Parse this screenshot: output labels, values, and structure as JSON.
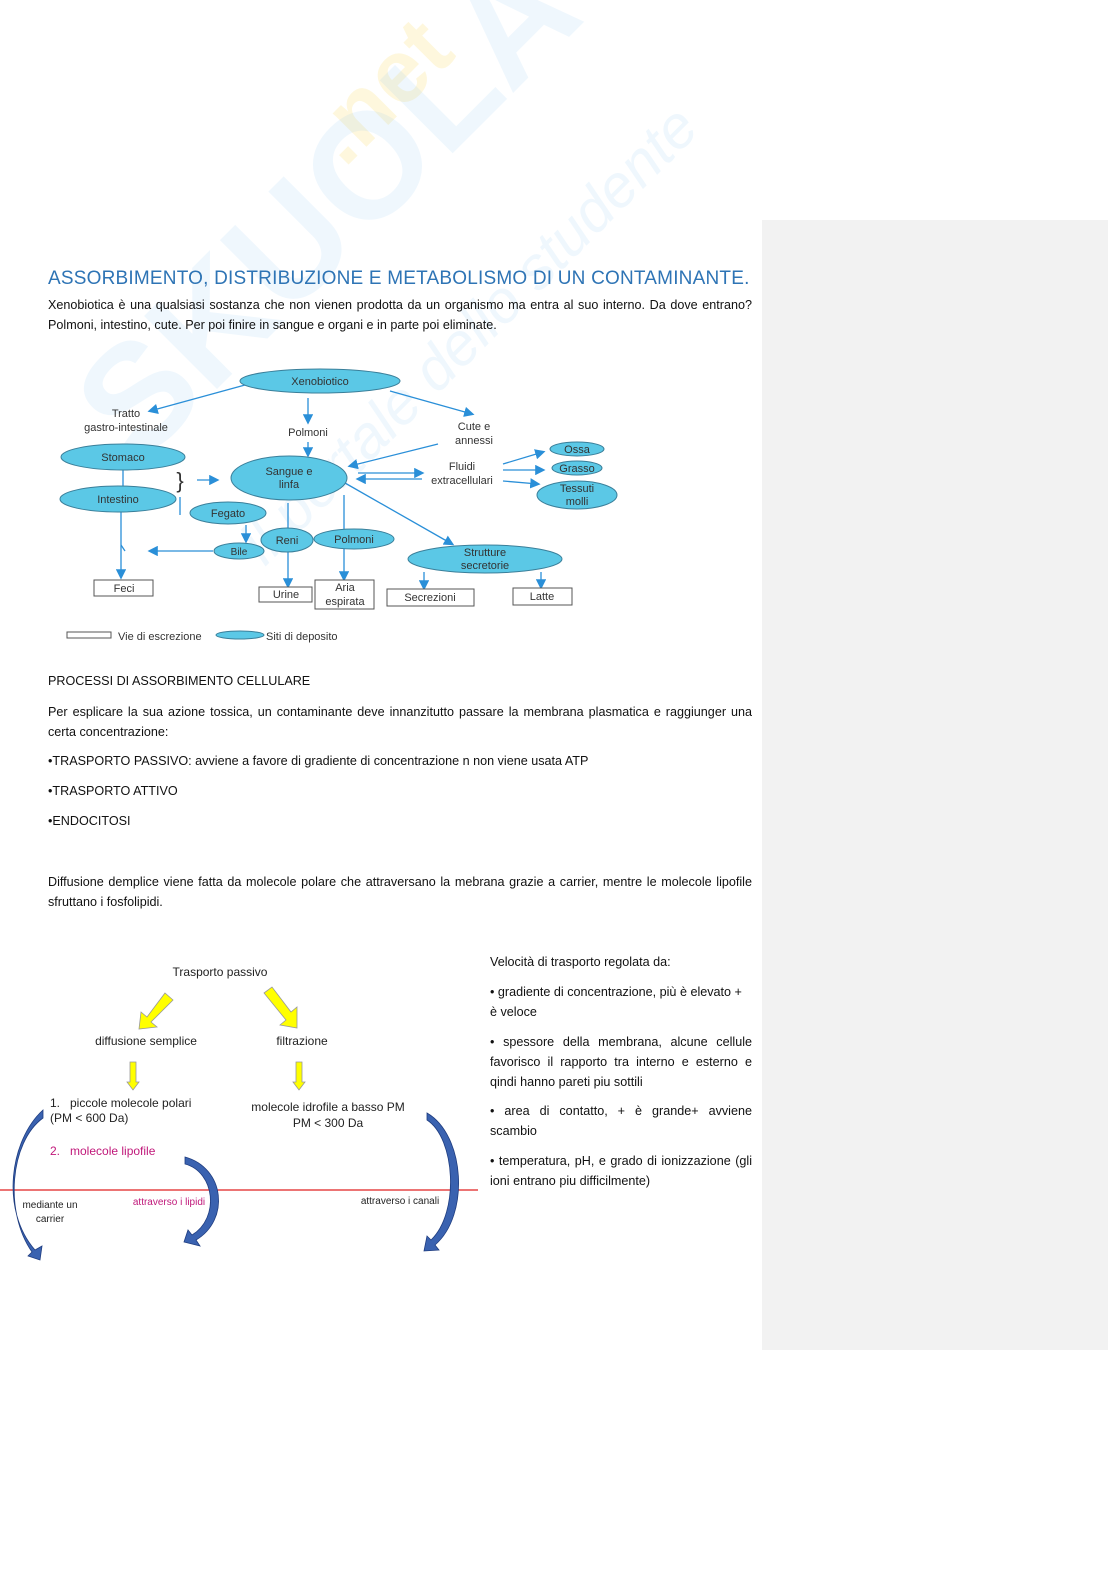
{
  "watermark": {
    "brand": "Skuola.net",
    "tagline": "il portale dello studente"
  },
  "heading": "ASSORBIMENTO, DISTRIBUZIONE E METABOLISMO DI UN CONTAMINANTE.",
  "intro": "Xenobiotica è una qualsiasi sostanza che non vienen prodotta da un organismo ma entra al suo interno. Da dove entrano? Polmoni, intestino, cute. Per poi finire in sangue e organi e in parte poi eliminate.",
  "diagram1": {
    "xenobiotico": "Xenobiotico",
    "tratto1": "Tratto",
    "tratto2": "gastro-intestinale",
    "polmoni_in": "Polmoni",
    "cute1": "Cute e",
    "cute2": "annessi",
    "stomaco": "Stomaco",
    "intestino": "Intestino",
    "brace": "}",
    "sangue1": "Sangue e",
    "sangue2": "linfa",
    "fluidi1": "Fluidi",
    "fluidi2": "extracellulari",
    "ossa": "Ossa",
    "grasso": "Grasso",
    "tessuti1": "Tessuti",
    "tessuti2": "molli",
    "fegato": "Fegato",
    "bile": "Bile",
    "reni": "Reni",
    "polmoni_out": "Polmoni",
    "strutture1": "Strutture",
    "strutture2": "secretorie",
    "feci": "Feci",
    "urine": "Urine",
    "aria1": "Aria",
    "aria2": "espirata",
    "secrezioni": "Secrezioni",
    "latte": "Latte",
    "legend_excretion": "Vie di escrezione",
    "legend_deposit": "Siti di deposito"
  },
  "section_title": "PROCESSI DI ASSORBIMENTO CELLULARE",
  "section_intro": "Per esplicare la sua azione tossica, un contaminante deve innanzitutto passare la membrana plasmatica e raggiunger una certa concentrazione:",
  "bullets": [
    "•TRASPORTO PASSIVO: avviene a favore di gradiente di concentrazione n non viene usata ATP",
    "•TRASPORTO ATTIVO",
    "•ENDOCITOSI"
  ],
  "diffusion_text": "Diffusione demplice viene fatta da molecole polare che attraversano la mebrana grazie a carrier, mentre le molecole lipofile sfruttano i fosfolipidi.",
  "diagram2": {
    "title": "Trasporto passivo",
    "diffusione": "diffusione semplice",
    "filtrazione": "filtrazione",
    "item1a": "1.   piccole molecole polari",
    "item1b": "(PM < 600 Da)",
    "item2": "2.   molecole lipofile",
    "idrofile1": "molecole idrofile a basso PM",
    "idrofile2": "PM < 300 Da",
    "carrier1": "mediante un",
    "carrier2": "carrier",
    "lipidi": "attraverso i lipidi",
    "canali": "attraverso i canali"
  },
  "velocity": {
    "title": "Velocità di trasporto regolata da:",
    "items": [
      "• gradiente di concentrazione, più è elevato + è veloce",
      "• spessore della membrana, alcune cellule favorisco il rapporto tra interno e esterno e qindi hanno pareti piu sottili",
      "• area di contatto, + è grande+ avviene scambio",
      "• temperatura, pH, e grado di ionizzazione (gli ioni entrano piu difficilmente)"
    ]
  },
  "colors": {
    "heading": "#2e74b5",
    "node": "#5bc8e6",
    "arrow": "#2a8fd8",
    "magenta": "#c0187a",
    "red_line": "#e02020",
    "side_panel": "#f2f2f2"
  }
}
